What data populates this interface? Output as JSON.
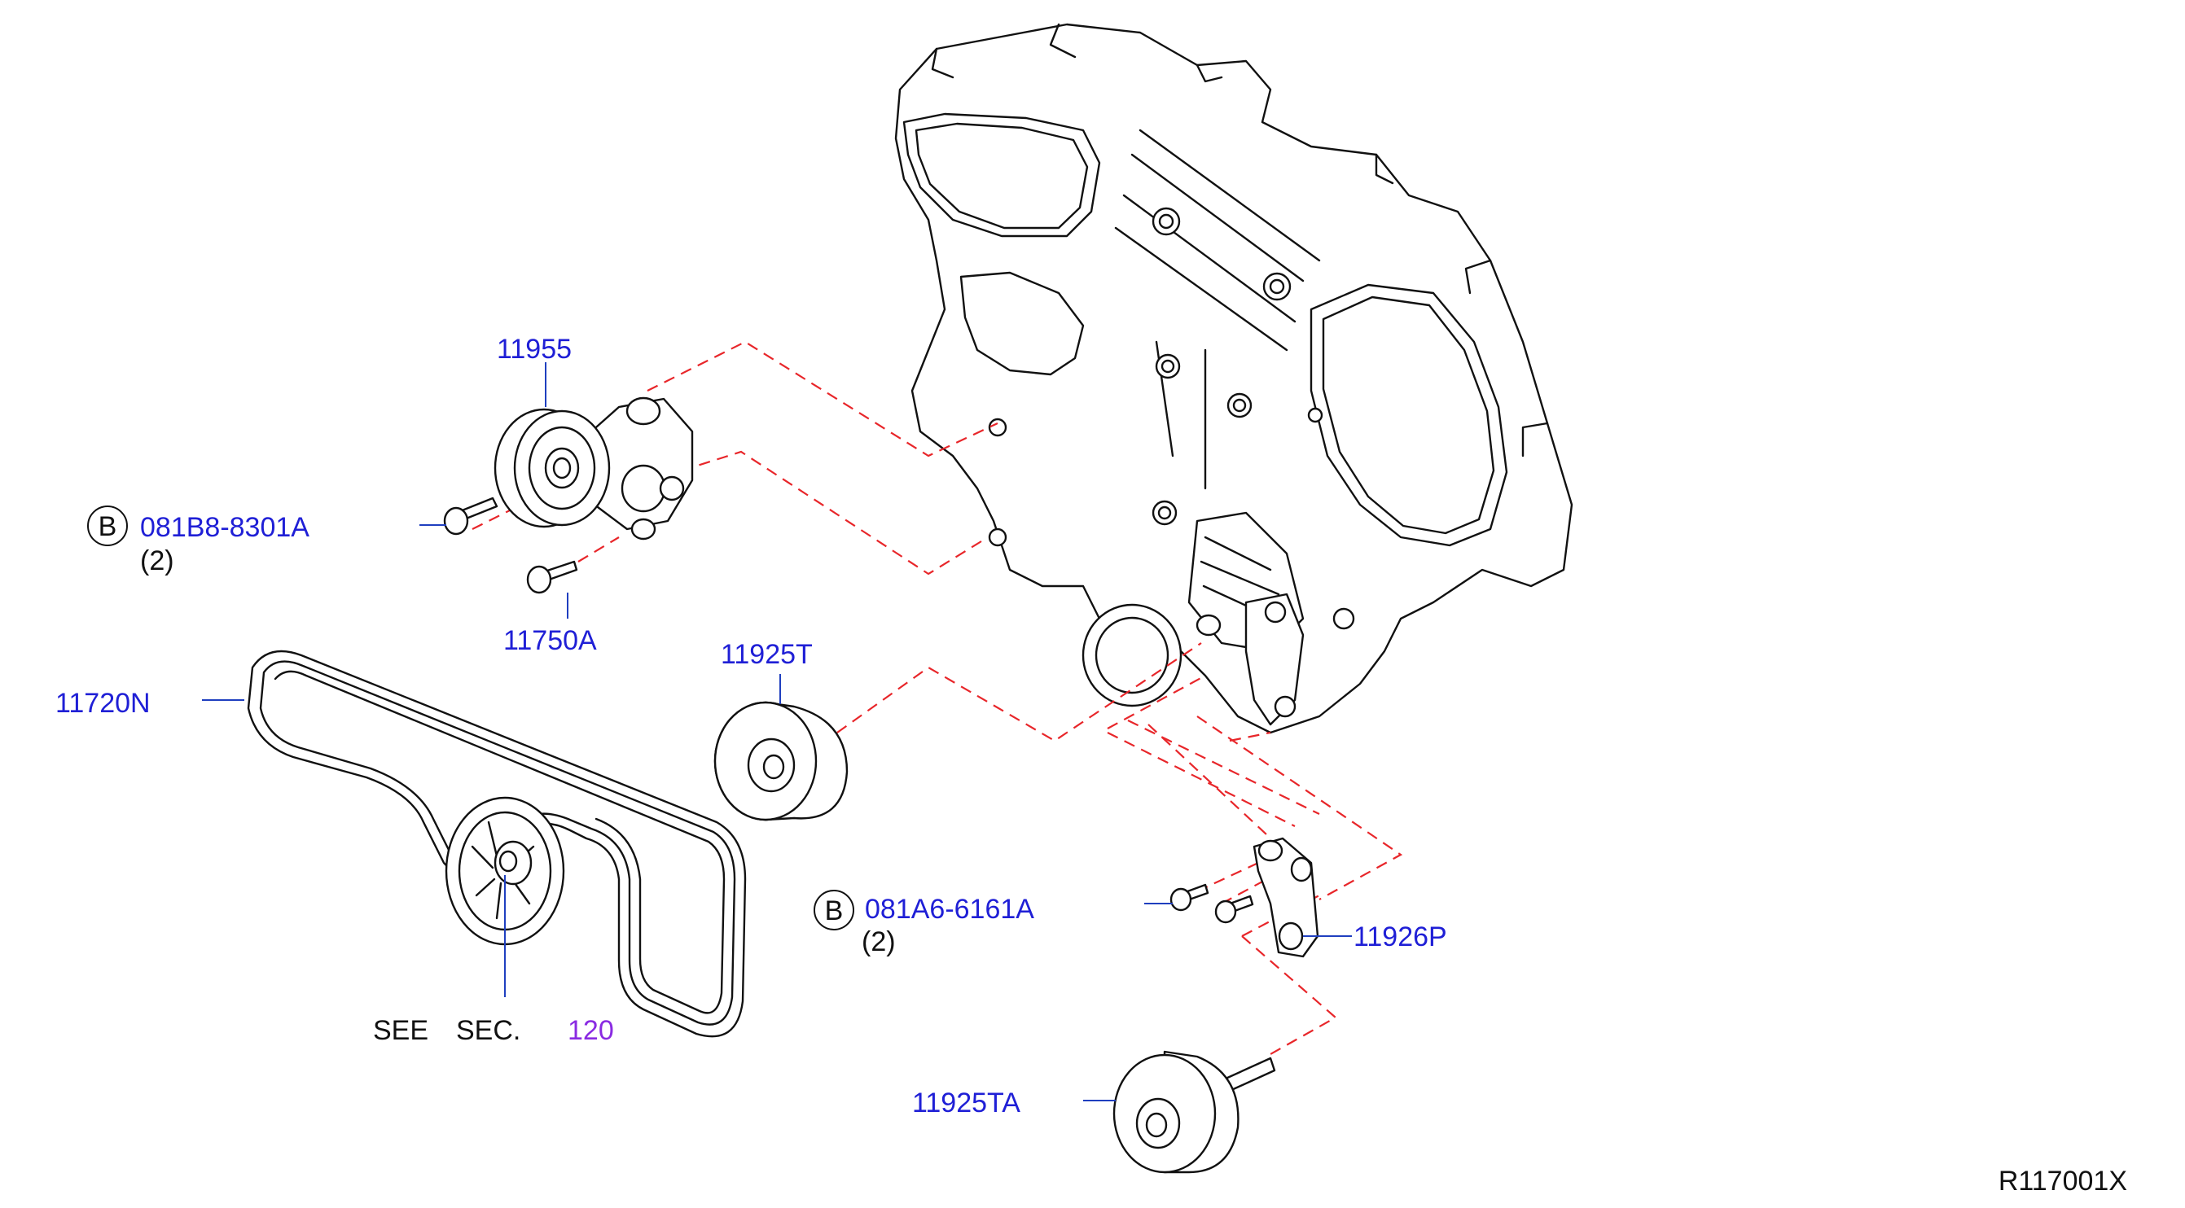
{
  "labels": {
    "tensioner": "11955",
    "bolt_b1_code": "081B8-8301A",
    "bolt_b1_qty": "(2)",
    "bolt_b1_circle": "B",
    "bolt_11750a": "11750A",
    "idler_11925t": "11925T",
    "belt": "11720N",
    "see_text": "SEE",
    "sec_text": "SEC.",
    "sec_ref": "120",
    "bolt_b2_code": "081A6-6161A",
    "bolt_b2_qty": "(2)",
    "bolt_b2_circle": "B",
    "bracket": "11926P",
    "idler_11925ta": "11925TA",
    "drawing_code": "R117001X"
  },
  "colors": {
    "part_number": "#1f1fd6",
    "reference": "#8a2be2",
    "phantom_line": "#e8262a",
    "leader": "#1f3fbf"
  }
}
